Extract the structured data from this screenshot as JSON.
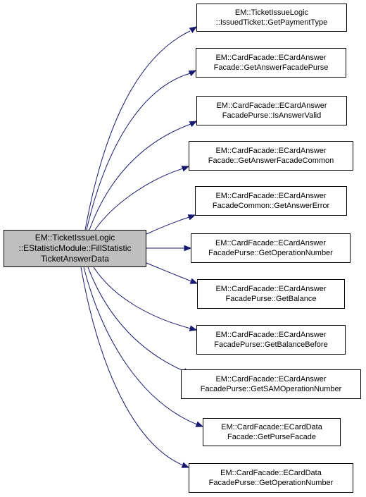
{
  "source": {
    "lines": [
      "EM::TicketIssueLogic",
      "::EStatisticModule::FillStatistic",
      "TicketAnswerData"
    ]
  },
  "callees": [
    {
      "lines": [
        "EM::TicketIssueLogic",
        "::IssuedTicket::GetPaymentType"
      ]
    },
    {
      "lines": [
        "EM::CardFacade::ECardAnswer",
        "Facade::GetAnswerFacadePurse"
      ]
    },
    {
      "lines": [
        "EM::CardFacade::ECardAnswer",
        "FacadePurse::IsAnswerValid"
      ]
    },
    {
      "lines": [
        "EM::CardFacade::ECardAnswer",
        "Facade::GetAnswerFacadeCommon"
      ]
    },
    {
      "lines": [
        "EM::CardFacade::ECardAnswer",
        "FacadeCommon::GetAnswerError"
      ]
    },
    {
      "lines": [
        "EM::CardFacade::ECardAnswer",
        "FacadePurse::GetOperationNumber"
      ]
    },
    {
      "lines": [
        "EM::CardFacade::ECardAnswer",
        "FacadePurse::GetBalance"
      ]
    },
    {
      "lines": [
        "EM::CardFacade::ECardAnswer",
        "FacadePurse::GetBalanceBefore"
      ]
    },
    {
      "lines": [
        "EM::CardFacade::ECardAnswer",
        "FacadePurse::GetSAMOperationNumber"
      ]
    },
    {
      "lines": [
        "EM::CardFacade::ECardData",
        "Facade::GetPurseFacade"
      ]
    },
    {
      "lines": [
        "EM::CardFacade::ECardData",
        "FacadePurse::GetOperationNumber"
      ]
    }
  ],
  "colors": {
    "edge": "#191970",
    "source_fill": "#bfbfbf",
    "node_border": "#000000"
  }
}
